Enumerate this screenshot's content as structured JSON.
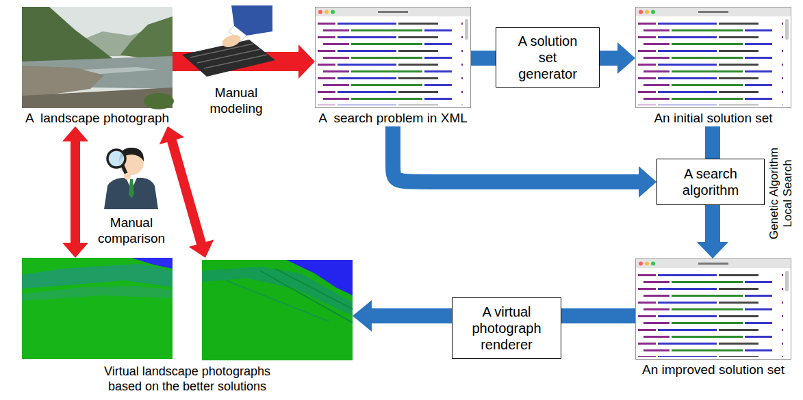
{
  "diagram": {
    "nodes": [
      {
        "text": [
          "A  landscape photograph"
        ]
      },
      {
        "text": [
          "A  search problem in XML"
        ]
      },
      {
        "text": [
          "A solution set generator"
        ]
      },
      {
        "text": [
          "An initial solution set"
        ]
      },
      {
        "text": [
          "A search algorithm"
        ]
      },
      {
        "text": [
          "An improved solution set"
        ]
      },
      {
        "text": [
          "A virtual photograph renderer"
        ]
      },
      {
        "text": [
          "Virtual landscape photographs based on the better solutions"
        ]
      }
    ],
    "edges": [
      {
        "from": 0,
        "to": 1,
        "arrow": "to",
        "label": "Manual modeling"
      },
      {
        "from": 1,
        "to": 2,
        "arrow": "none"
      },
      {
        "from": 2,
        "to": 3,
        "arrow": "to"
      },
      {
        "from": 1,
        "to": 4,
        "arrow": "to"
      },
      {
        "from": 3,
        "to": 4,
        "arrow": "none"
      },
      {
        "from": 4,
        "to": 5,
        "arrow": "to"
      },
      {
        "from": 5,
        "to": 6,
        "arrow": "none"
      },
      {
        "from": 6,
        "to": 7,
        "arrow": "to"
      },
      {
        "from": 0,
        "to": 7,
        "arrow": "both"
      },
      {
        "from": 0,
        "to": 7,
        "arrow": "both"
      }
    ],
    "labels": [
      "Manual comparison",
      "Genetic Algorithm",
      "Local Search"
    ]
  }
}
